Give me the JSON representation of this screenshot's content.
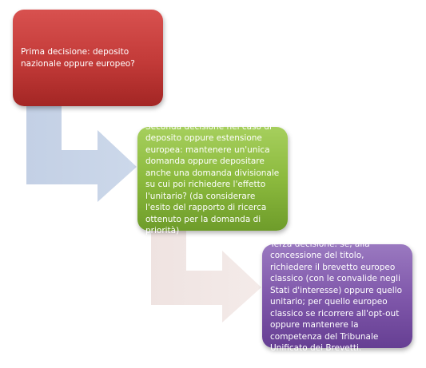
{
  "diagram": {
    "steps": [
      {
        "text": "Prima decisione: deposito nazionale oppure europeo?",
        "color": "#c0392b"
      },
      {
        "text": "Seconda decisione nel caso di deposito oppure estensione europea: mantenere un'unica domanda oppure depositare anche una domanda divisionale su cui poi richiedere l'effetto l'unitario? (da considerare l'esito del rapporto di ricerca ottenuto per la domanda di priorità)",
        "color": "#8ab83e"
      },
      {
        "text": "Terza decisione: se, alla concessione del titolo, richiedere il brevetto europeo classico (con le convalide negli Stati d'interesse) oppure quello unitario; per quello europeo classico se ricorrere all'opt-out oppure mantenere la competenza del Tribunale Unificato dei Brevetti.",
        "color": "#7e57a9"
      }
    ],
    "connectors": [
      {
        "from": 0,
        "to": 1,
        "color": "#c5d2e6"
      },
      {
        "from": 1,
        "to": 2,
        "color": "#f1e6e4"
      }
    ]
  }
}
